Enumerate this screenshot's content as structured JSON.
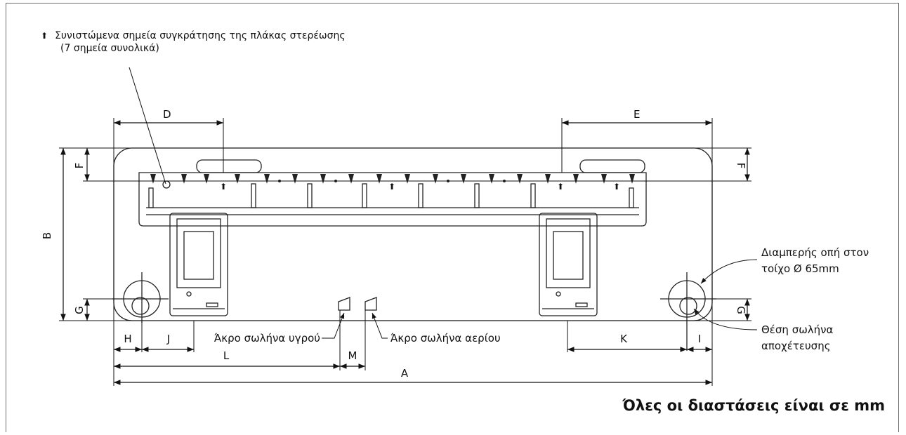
{
  "legend": {
    "symbol": "⬆",
    "line1": "Συνιστώμενα σημεία συγκράτησης της πλάκας στερέωσης",
    "line2": "(7 σημεία συνολικά)"
  },
  "dimensions": {
    "A": "A",
    "B": "B",
    "D": "D",
    "E": "E",
    "F_left": "F",
    "F_right": "F",
    "G_left": "G",
    "G_right": "G",
    "H": "H",
    "I": "I",
    "J": "J",
    "K": "K",
    "L": "L",
    "M": "M"
  },
  "callouts": {
    "liquid_pipe": "Άκρο σωλήνα υγρού",
    "gas_pipe": "Άκρο σωλήνα αερίου",
    "wall_hole_line1": "Διαμπερής οπή στον",
    "wall_hole_line2": "τοίχο Ø 65mm",
    "drain_line1": "Θέση σωλήνα",
    "drain_line2": "αποχέτευσης"
  },
  "footer": "Όλες οι διαστάσεις είναι σε mm"
}
